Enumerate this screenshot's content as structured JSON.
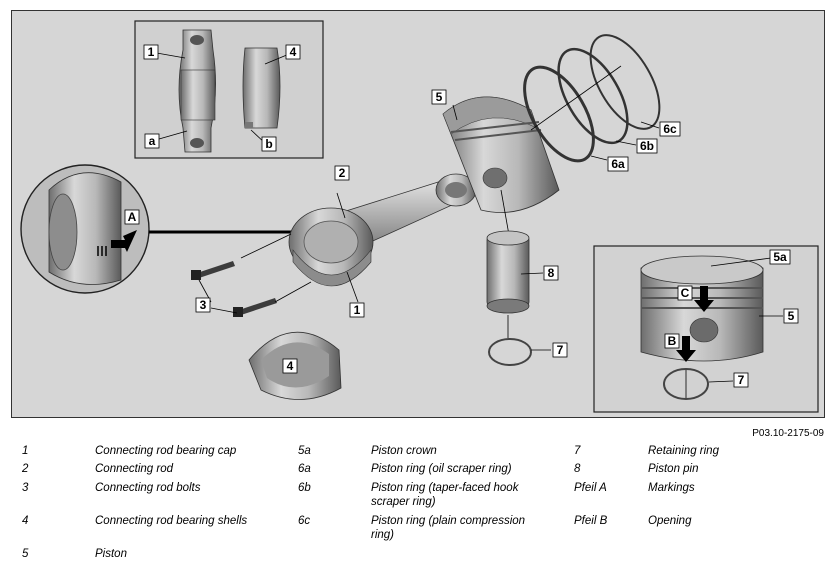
{
  "figure_ref": "P03.10-2175-09",
  "callouts": {
    "c1_top": "1",
    "c4_top": "4",
    "ca": "a",
    "cb": "b",
    "cA": "A",
    "c2": "2",
    "c1": "1",
    "c3": "3",
    "c4": "4",
    "c5": "5",
    "c6a": "6a",
    "c6b": "6b",
    "c6c": "6c",
    "c8": "8",
    "c7": "7",
    "c5a_d": "5a",
    "c5_d": "5",
    "cC": "C",
    "cB": "B",
    "c7_d": "7"
  },
  "legend": [
    [
      {
        "num": "1",
        "desc": "Connecting rod bearing cap"
      },
      {
        "num": "5a",
        "desc": "Piston crown"
      },
      {
        "num": "7",
        "desc": "Retaining ring"
      }
    ],
    [
      {
        "num": "2",
        "desc": "Connecting rod"
      },
      {
        "num": "6a",
        "desc": "Piston ring (oil scraper ring)"
      },
      {
        "num": "8",
        "desc": "Piston pin"
      }
    ],
    [
      {
        "num": "3",
        "desc": "Connecting rod bolts"
      },
      {
        "num": "6b",
        "desc": "Piston ring (taper-faced hook\nscraper ring)"
      },
      {
        "num": "Pfeil A",
        "desc": "Markings"
      }
    ],
    [
      {
        "num": "4",
        "desc": "Connecting rod bearing shells"
      },
      {
        "num": "6c",
        "desc": "Piston ring (plain compression\nring)"
      },
      {
        "num": "Pfeil B",
        "desc": "Opening"
      }
    ],
    [
      {
        "num": "5",
        "desc": "Piston"
      }
    ]
  ]
}
